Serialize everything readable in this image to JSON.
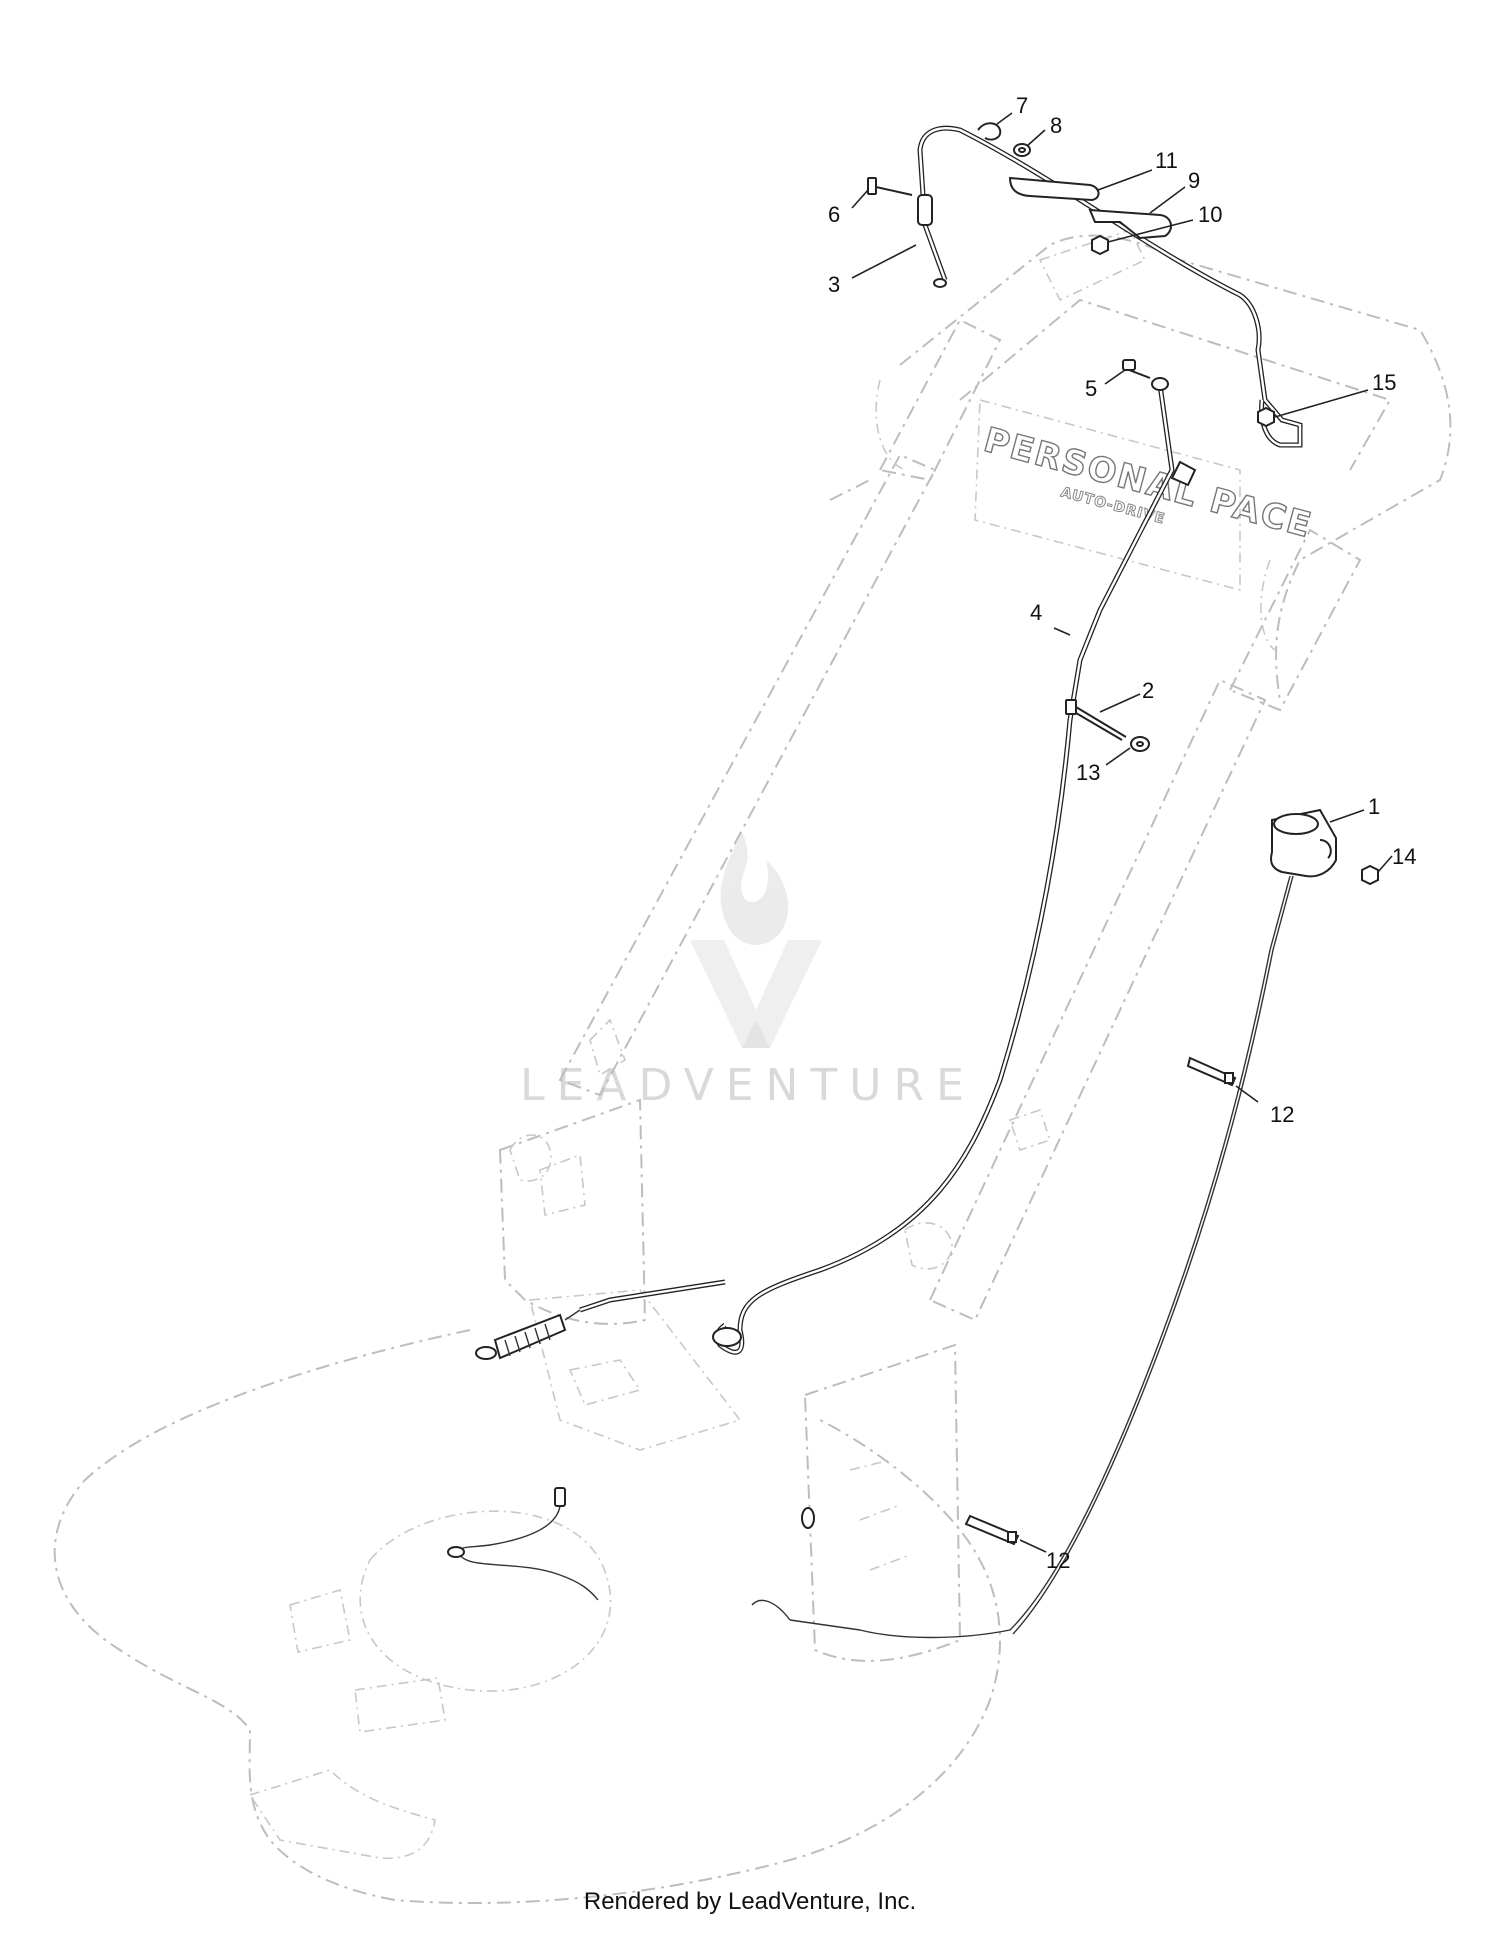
{
  "callouts": [
    {
      "id": "callout-1",
      "label": "1"
    },
    {
      "id": "callout-2",
      "label": "2"
    },
    {
      "id": "callout-3",
      "label": "3"
    },
    {
      "id": "callout-4",
      "label": "4"
    },
    {
      "id": "callout-5",
      "label": "5"
    },
    {
      "id": "callout-6",
      "label": "6"
    },
    {
      "id": "callout-7",
      "label": "7"
    },
    {
      "id": "callout-8",
      "label": "8"
    },
    {
      "id": "callout-9",
      "label": "9"
    },
    {
      "id": "callout-10",
      "label": "10"
    },
    {
      "id": "callout-11",
      "label": "11"
    },
    {
      "id": "callout-12a",
      "label": "12"
    },
    {
      "id": "callout-12b",
      "label": "12"
    },
    {
      "id": "callout-13",
      "label": "13"
    },
    {
      "id": "callout-14",
      "label": "14"
    },
    {
      "id": "callout-15",
      "label": "15"
    }
  ],
  "decal": {
    "brand": "PERSONAL PACE",
    "sub": "AUTO-DRIVE"
  },
  "watermark": {
    "text": "LEADVENTURE"
  },
  "footer": {
    "text": "Rendered by LeadVenture, Inc."
  },
  "colors": {
    "ghost_line": "#bdbdbd",
    "part_line": "#222222",
    "watermark": "#d9d9d9"
  }
}
